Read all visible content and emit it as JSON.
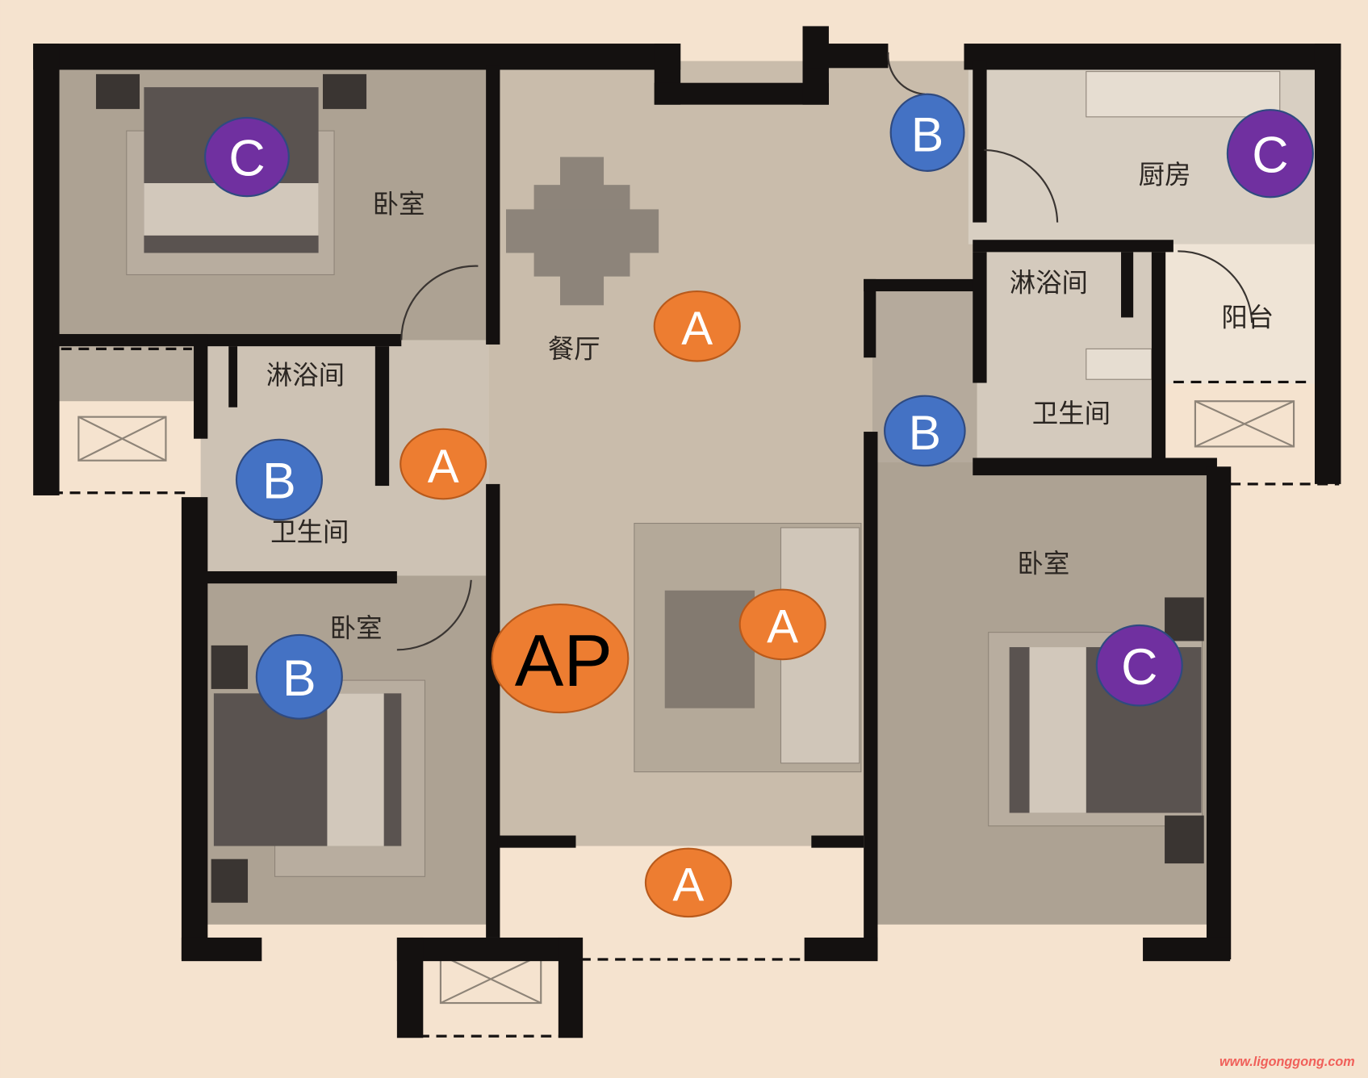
{
  "colors": {
    "background": "#f5e3cf",
    "wall": "#141110",
    "floor": "#c9bcab",
    "wood": "#ada293",
    "marker_a": "#ed7d31",
    "marker_b": "#4472c4",
    "marker_c": "#7030a0"
  },
  "rooms": [
    {
      "id": "bedroom-nw",
      "label": "卧室"
    },
    {
      "id": "dining",
      "label": "餐厅"
    },
    {
      "id": "kitchen",
      "label": "厨房"
    },
    {
      "id": "shower-w",
      "label": "淋浴间"
    },
    {
      "id": "shower-e",
      "label": "淋浴间"
    },
    {
      "id": "balcony",
      "label": "阳台"
    },
    {
      "id": "bathroom-e",
      "label": "卫生间"
    },
    {
      "id": "bathroom-w",
      "label": "卫生间"
    },
    {
      "id": "bedroom-sw",
      "label": "卧室"
    },
    {
      "id": "bedroom-se",
      "label": "卧室"
    }
  ],
  "markers": [
    {
      "label": "C",
      "type": "c"
    },
    {
      "label": "B",
      "type": "b"
    },
    {
      "label": "C",
      "type": "c"
    },
    {
      "label": "A",
      "type": "a"
    },
    {
      "label": "A",
      "type": "a"
    },
    {
      "label": "B",
      "type": "b"
    },
    {
      "label": "B",
      "type": "b"
    },
    {
      "label": "B",
      "type": "b"
    },
    {
      "label": "AP",
      "type": "ap"
    },
    {
      "label": "A",
      "type": "a"
    },
    {
      "label": "C",
      "type": "c"
    },
    {
      "label": "A",
      "type": "a"
    }
  ],
  "watermark": "www.ligonggong.com"
}
